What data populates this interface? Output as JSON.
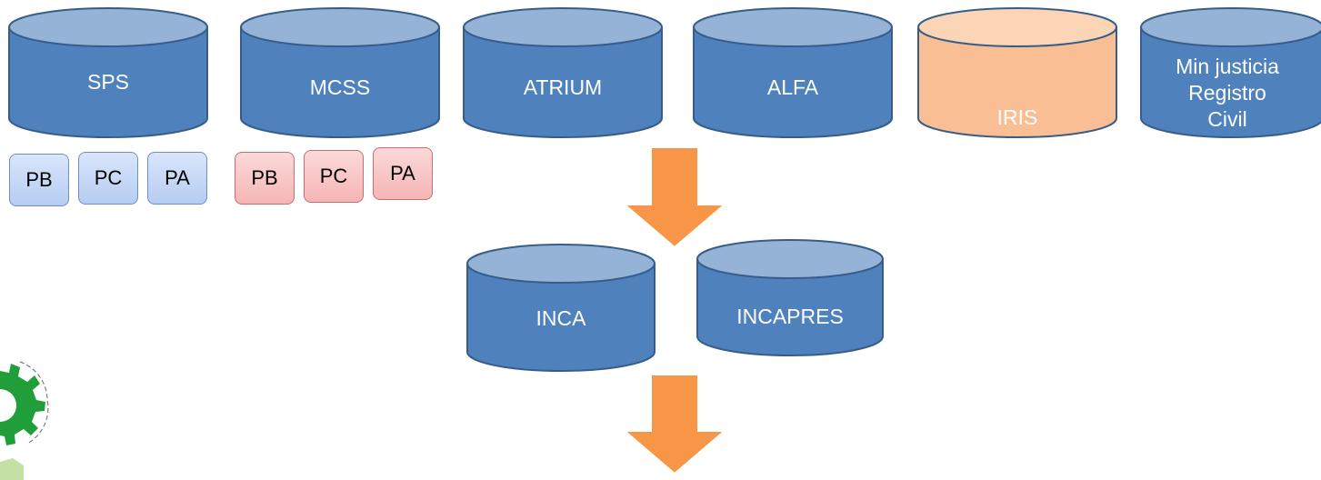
{
  "sources": [
    {
      "label": "SPS",
      "color": "#4f81bd"
    },
    {
      "label": "MCSS",
      "color": "#4f81bd"
    },
    {
      "label": "ATRIUM",
      "color": "#4f81bd"
    },
    {
      "label": "ALFA",
      "color": "#4f81bd"
    },
    {
      "label": "IRIS",
      "color": "#f9be93"
    },
    {
      "label": "Min justicia\nRegistro\nCivil",
      "color": "#4f81bd"
    }
  ],
  "sps_tags": [
    "PB",
    "PC",
    "PA"
  ],
  "mcss_tags": [
    "PB",
    "PC",
    "PA"
  ],
  "middle": [
    {
      "label": "INCA",
      "color": "#4f81bd"
    },
    {
      "label": "INCAPRES",
      "color": "#4f81bd"
    }
  ],
  "colors": {
    "db_fill": "#4f81bd",
    "db_top": "#95b3d7",
    "db_stroke": "#385d8a",
    "iris_fill": "#f9be93",
    "iris_top": "#fbd5b5",
    "arrow": "#f79646",
    "gear": "#1f9e3a"
  }
}
